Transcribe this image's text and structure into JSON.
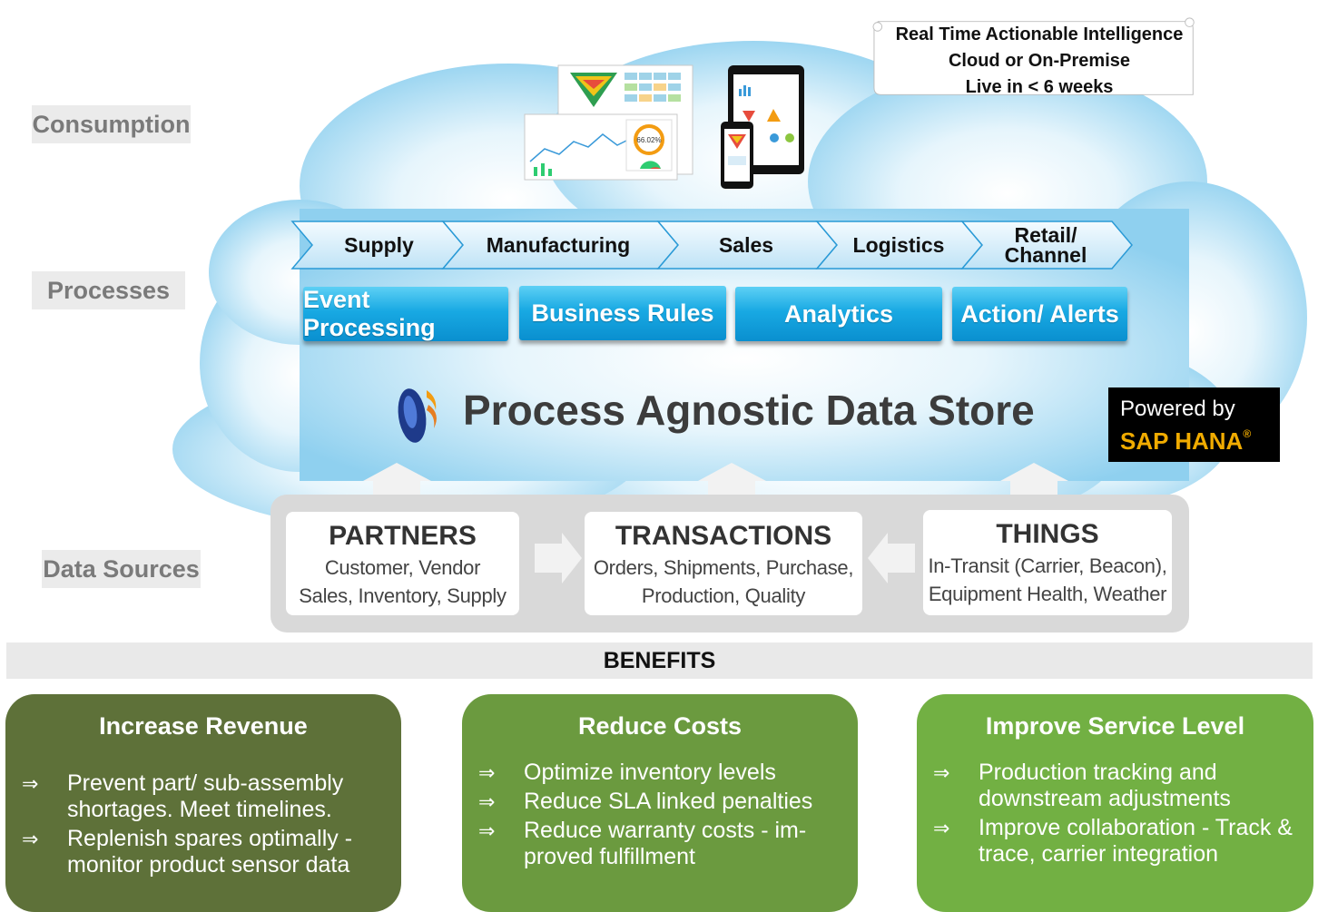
{
  "layers": {
    "consumption": "Consumption",
    "processes": "Processes",
    "data_sources": "Data Sources"
  },
  "note": {
    "line1": "Real Time Actionable Intelligence",
    "line2": "Cloud or On-Premise",
    "line3": "Live in < 6 weeks"
  },
  "dashboard_gauge": "66.02%",
  "value_chain": [
    {
      "label": "Supply"
    },
    {
      "label": "Manufacturing"
    },
    {
      "label": "Sales"
    },
    {
      "label": "Logistics"
    },
    {
      "line1": "Retail/",
      "line2": "Channel"
    }
  ],
  "capabilities": [
    {
      "label": "Event Processing"
    },
    {
      "label": "Business Rules"
    },
    {
      "label": "Analytics"
    },
    {
      "label": "Action/ Alerts"
    }
  ],
  "data_store": {
    "title": "Process Agnostic Data Store",
    "logo_icon": "data-store-logo-icon"
  },
  "sap": {
    "powered_by": "Powered by",
    "brand": "SAP HANA",
    "reg": "®"
  },
  "sources": [
    {
      "title": "PARTNERS",
      "line1": "Customer, Vendor",
      "line2": "Sales, Inventory, Supply"
    },
    {
      "title": "TRANSACTIONS",
      "line1": "Orders, Shipments, Purchase,",
      "line2": "Production, Quality"
    },
    {
      "title": "THINGS",
      "line1": "In-Transit (Carrier, Beacon),",
      "line2": "Equipment Health, Weather"
    }
  ],
  "benefits": {
    "heading": "BENEFITS",
    "arrow_symbol": "⇒",
    "cards": [
      {
        "title": "Increase Revenue",
        "color": "#5e7139",
        "items": [
          "Prevent part/ sub-assembly shortages. Meet timelines.",
          "Replenish spares optimally - monitor product sensor data"
        ]
      },
      {
        "title": "Reduce Costs",
        "color": "#6b9a3f",
        "items": [
          "Optimize inventory levels",
          "Reduce SLA linked penalties",
          "Reduce warranty costs - im-proved fulfillment"
        ]
      },
      {
        "title": "Improve Service Level",
        "color": "#72b043",
        "items": [
          "Production tracking and downstream adjustments",
          "Improve collaboration - Track & trace, carrier integration"
        ]
      }
    ]
  },
  "colors": {
    "cloud": "#a9dcf3",
    "process_button": "#18a9e3",
    "sap_brand": "#f0ab00"
  }
}
